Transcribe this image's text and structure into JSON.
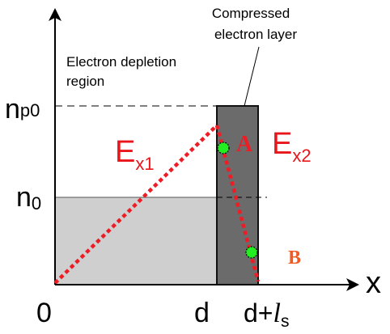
{
  "annotations": {
    "compressed_line1": "Compressed",
    "compressed_line2": "electron layer",
    "depletion_line1": "Electron depletion",
    "depletion_line2": "region"
  },
  "axes": {
    "x_label": "x",
    "y_tick_np0": {
      "base": "n",
      "sub": "p0"
    },
    "y_tick_n0": {
      "base": "n",
      "sub": "0"
    },
    "x_tick_0": "0",
    "x_tick_d": "d",
    "x_tick_dls": {
      "prefix": "d+",
      "italic": "l",
      "sub": "s"
    }
  },
  "fields": {
    "ex1": {
      "base": "E",
      "sub": "x1"
    },
    "ex2": {
      "base": "E",
      "sub": "x2"
    }
  },
  "points": {
    "a": "A",
    "b": "B"
  },
  "colors": {
    "field_line": "#ee1c24",
    "point_label_a": "#ee1c24",
    "point_label_b": "#f15a22",
    "marker": "#22ee22",
    "depletion_fill": "#cfcfcf",
    "layer_fill": "#6b6b6b"
  }
}
